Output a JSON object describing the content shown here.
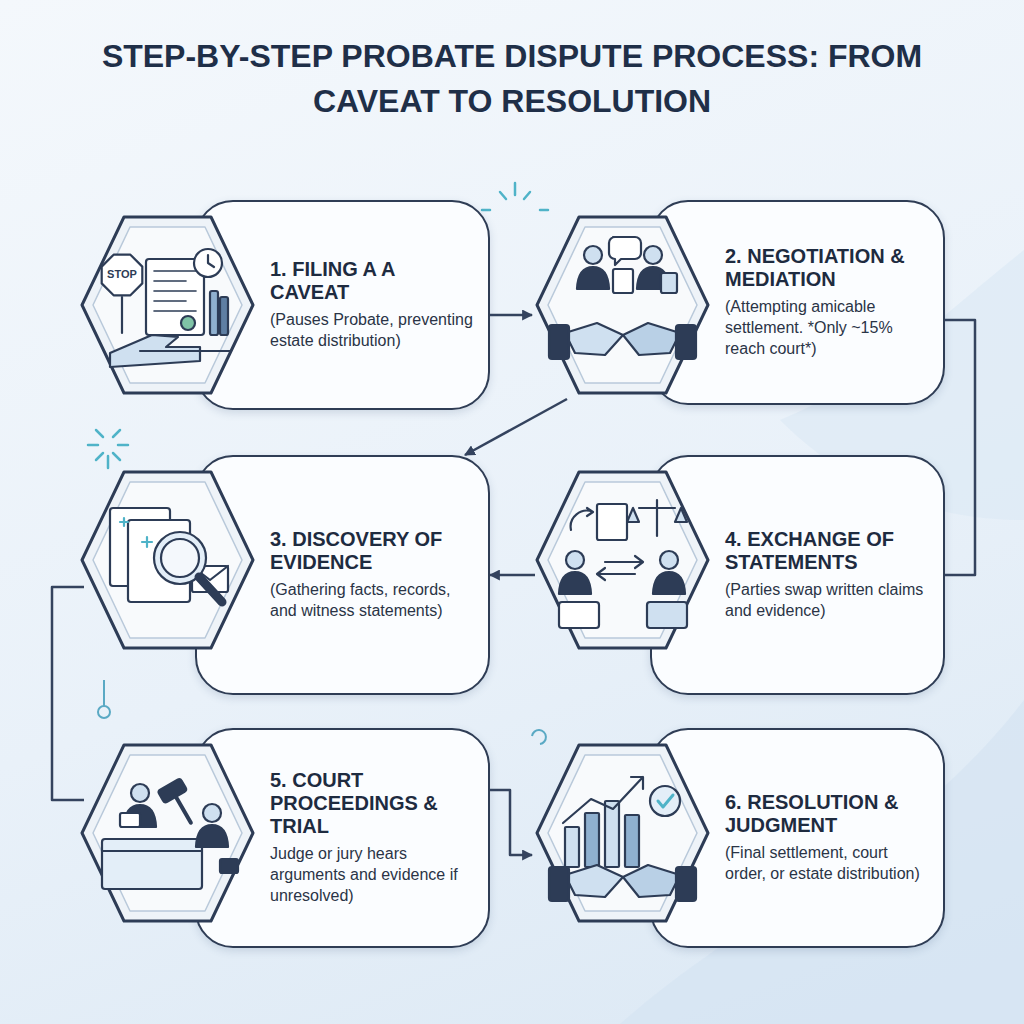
{
  "diagram": {
    "title": "STEP-BY-STEP PROBATE DISPUTE PROCESS: FROM CAVEAT TO RESOLUTION",
    "nodes": [
      {
        "text": [
          "1. FILING A A CAVEAT",
          "(Pauses Probate, preventing estate distribution)"
        ]
      },
      {
        "text": [
          "2. NEGOTIATION & MEDIATION",
          "(Attempting amicable settlement. *Only ~15% reach court*)"
        ]
      },
      {
        "text": [
          "3. DISCOVERY OF EVIDENCE",
          "(Gathering facts, records, and witness statements)"
        ]
      },
      {
        "text": [
          "4. EXCHANGE OF STATEMENTS",
          "(Parties swap written claims and evidence)"
        ]
      },
      {
        "text": [
          "5. COURT PROCEEDINGS & TRIAL",
          "Judge or jury hears arguments and evidence if unresolved)"
        ]
      },
      {
        "text": [
          "6. RESOLUTION & JUDGMENT",
          "(Final settlement, court order, or estate distribution)"
        ]
      }
    ],
    "edges": [
      {
        "from": 0,
        "to": 1,
        "arrow": "to"
      },
      {
        "from": 1,
        "to": 2,
        "arrow": "to"
      },
      {
        "from": 1,
        "to": 3,
        "arrow": "none"
      },
      {
        "from": 3,
        "to": 2,
        "arrow": "to"
      },
      {
        "from": 2,
        "to": 4,
        "arrow": "none"
      },
      {
        "from": 4,
        "to": 5,
        "arrow": "to"
      }
    ],
    "labels": [
      "STOP"
    ]
  }
}
